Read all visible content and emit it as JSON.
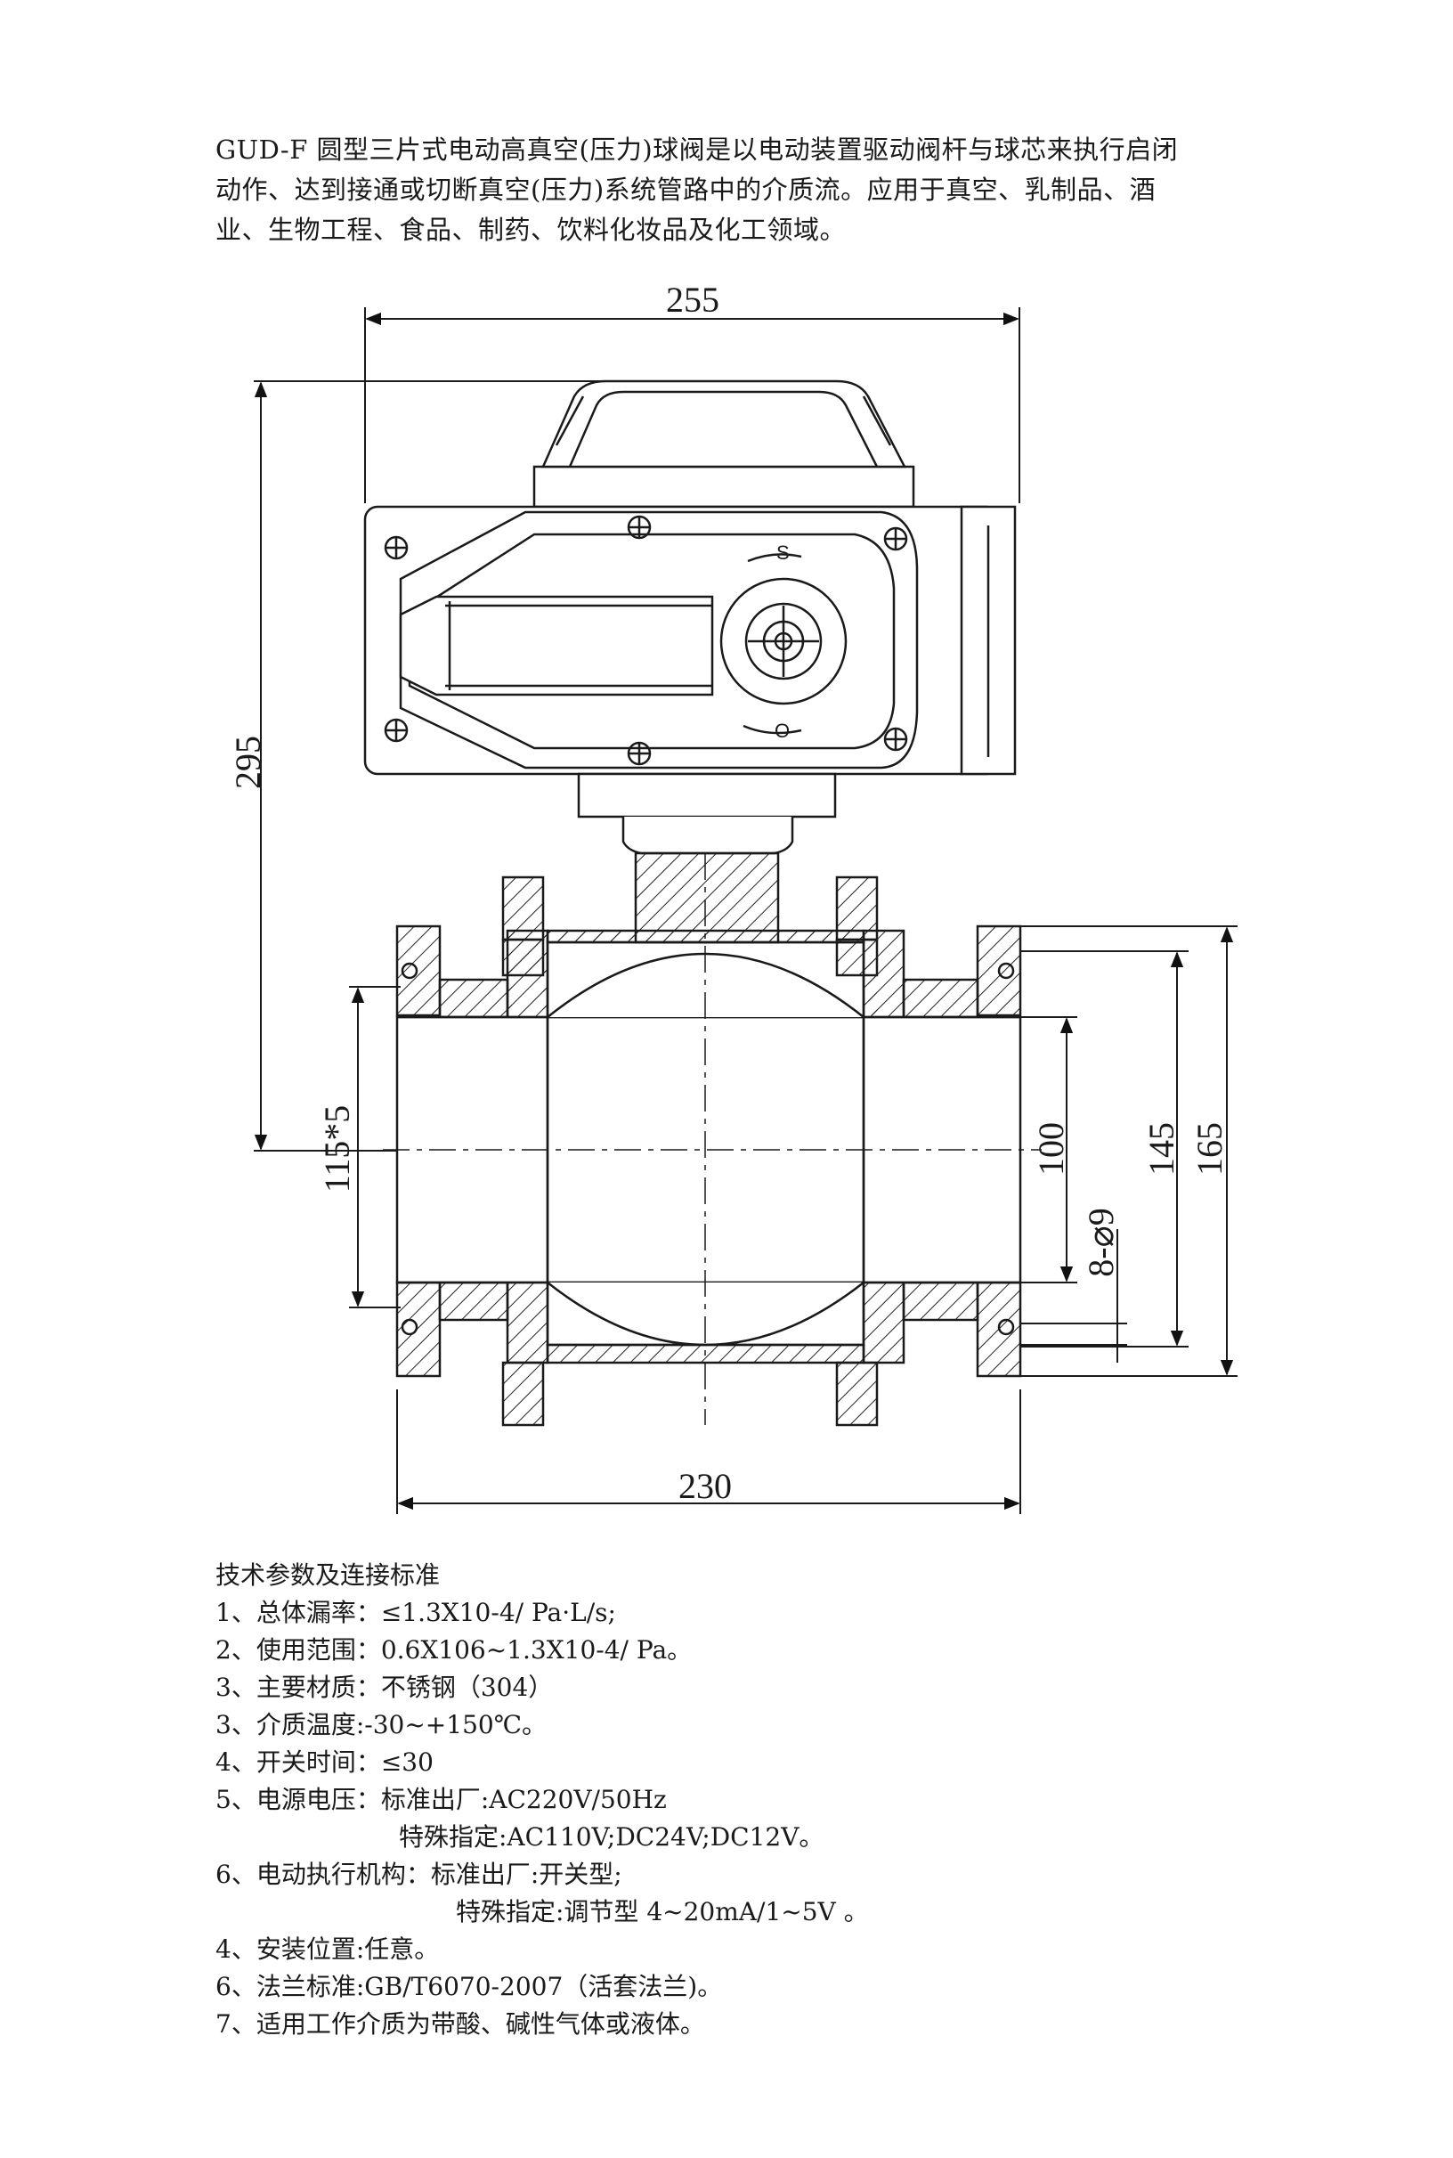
{
  "intro": {
    "line1": "GUD-F 圆型三片式电动高真空(压力)球阀是以电动装置驱动阀杆与球芯来执行启闭",
    "line2": "动作、达到接通或切断真空(压力)系统管路中的介质流。应用于真空、乳制品、酒",
    "line3": "业、生物工程、食品、制药、饮料化妆品及化工领域。"
  },
  "drawing": {
    "dim_top": "255",
    "dim_height": "295",
    "dim_bottom": "230",
    "dim_left": "115*5",
    "dim_100": "100",
    "dim_holes": "8-⌀9",
    "dim_145": "145",
    "dim_165": "165",
    "actuator_open": "S",
    "actuator_closed": "O"
  },
  "specs": {
    "heading": "技术参数及连接标准",
    "items": [
      "1、总体漏率：≤1.3X10-4/ Pa·L/s;",
      "2、使用范围：0.6X106~1.3X10-4/ Pa。",
      "3、主要材质：不锈钢（304）",
      "3、介质温度:-30~+150℃。",
      "4、开关时间：≤30",
      "5、电源电压：标准出厂:AC220V/50Hz",
      "特殊指定:AC110V;DC24V;DC12V。",
      "6、电动执行机构：标准出厂:开关型;",
      "特殊指定:调节型 4~20mA/1~5V 。",
      "4、安装位置:任意。",
      "6、法兰标准:GB/T6070-2007（活套法兰)。",
      "7、适用工作介质为带酸、碱性气体或液体。"
    ]
  }
}
